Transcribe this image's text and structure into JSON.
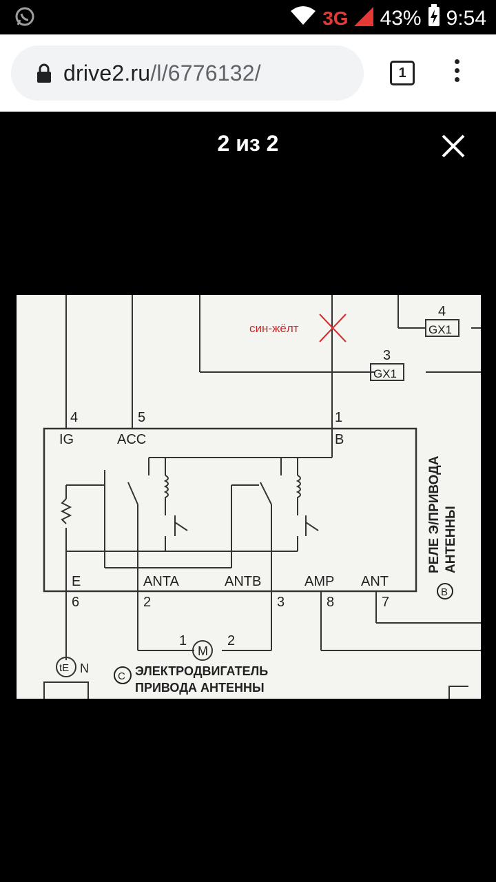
{
  "status_bar": {
    "network": "3G",
    "battery": "43%",
    "time": "9:54",
    "icons": [
      "whatsapp-icon",
      "wifi-icon",
      "signal-icon",
      "battery-icon"
    ]
  },
  "browser": {
    "url_domain": "drive2.ru",
    "url_path": "/l/6776132/",
    "tab_count": "1"
  },
  "viewer": {
    "counter": "2 из 2"
  },
  "diagram": {
    "annotation": "син-жёлт",
    "pins_top": [
      "4",
      "5",
      "1"
    ],
    "labels_top": [
      "IG",
      "ACC",
      "B"
    ],
    "pins_bottom": [
      "6",
      "2",
      "3",
      "8",
      "7"
    ],
    "labels_bottom": [
      "E",
      "ANTA",
      "ANTB",
      "AMP",
      "ANT"
    ],
    "connectors": [
      {
        "pin": "4",
        "label": "GX1"
      },
      {
        "pin": "3",
        "label": "GX1"
      }
    ],
    "relay_marker": "B",
    "relay_title_1": "РЕЛЕ Э/ПРИВОДА",
    "relay_title_2": "АНТЕННЫ",
    "motor_symbol": "M",
    "motor_pins": [
      "1",
      "2"
    ],
    "motor_marker": "C",
    "motor_title_1": "ЭЛЕКТРОДВИГАТЕЛЬ",
    "motor_title_2": "ПРИВОДА АНТЕННЫ",
    "ground_label": "tE",
    "ground_suffix": "N"
  }
}
